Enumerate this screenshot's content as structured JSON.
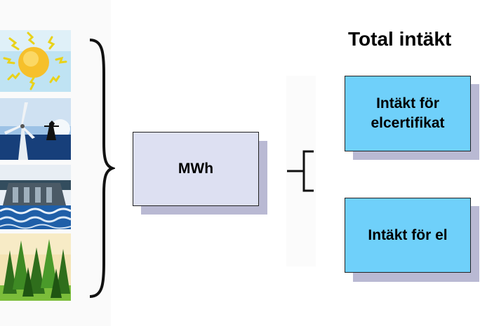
{
  "title": "Total intäkt",
  "center_box": {
    "label": "MWh"
  },
  "revenue_boxes": [
    {
      "label": "Intäkt för elcertifikat"
    },
    {
      "label": "Intäkt för el"
    }
  ],
  "sources": [
    {
      "icon": "sun-icon"
    },
    {
      "icon": "wind-turbine-icon"
    },
    {
      "icon": "hydropower-dam-icon"
    },
    {
      "icon": "forest-icon"
    }
  ],
  "colors": {
    "revenue_box_fill": "#6fd0fa",
    "center_box_fill": "#dde0f2",
    "shadow": "#b9b9d3"
  }
}
